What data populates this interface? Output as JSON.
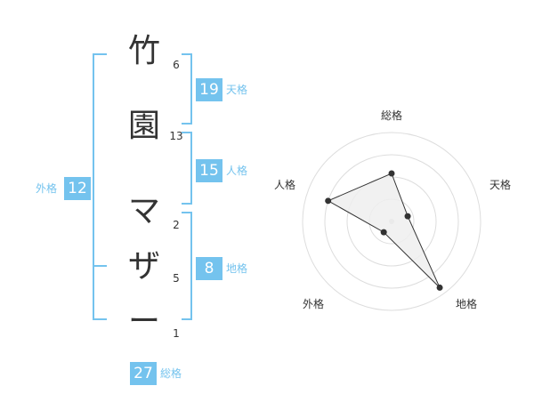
{
  "name": {
    "chars": [
      {
        "char": "竹",
        "strokes": "6"
      },
      {
        "char": "園",
        "strokes": "13"
      },
      {
        "char": "マ",
        "strokes": "2"
      },
      {
        "char": "ザ",
        "strokes": "5"
      },
      {
        "char": "ー",
        "strokes": "1"
      }
    ]
  },
  "fortunes": {
    "tenkaku": {
      "value": "19",
      "label": "天格"
    },
    "jinkaku": {
      "value": "15",
      "label": "人格"
    },
    "chikaku": {
      "value": "8",
      "label": "地格"
    },
    "gaikaku": {
      "value": "12",
      "label": "外格"
    },
    "soukaku": {
      "value": "27",
      "label": "総格"
    }
  },
  "colors": {
    "accent": "#74c3ee",
    "text": "#333333",
    "polygon_fill": "#eeeeee"
  },
  "chart_data": {
    "type": "radar",
    "axes": [
      "総格",
      "天格",
      "地格",
      "外格",
      "人格"
    ],
    "values": [
      0.54,
      0.19,
      0.92,
      0.15,
      0.75
    ],
    "rings": 4,
    "grid": true
  }
}
